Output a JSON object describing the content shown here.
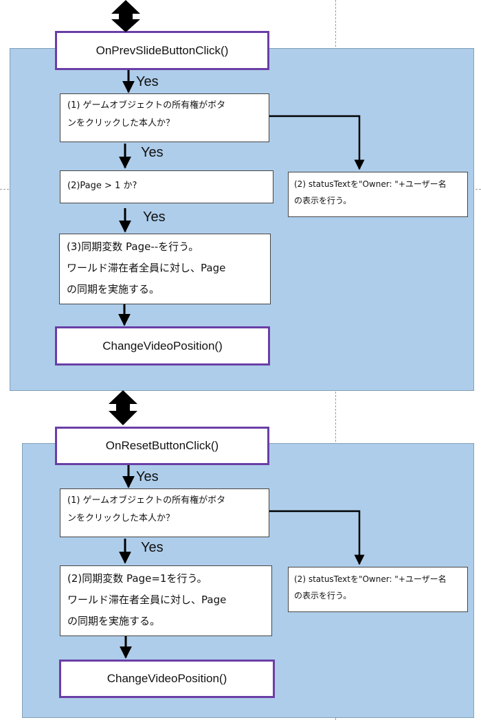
{
  "section1": {
    "func_top": "OnPrevSlideButtonClick()",
    "yes_1": "Yes",
    "cond1_lines": [
      "(1) ゲームオブジェクトの所有権がボタ",
      "ンをクリックした本人か？"
    ],
    "yes_2": "Yes",
    "cond2": "(2)Page > 1 か?",
    "yes_3": "Yes",
    "action_lines": [
      "(3)同期変数 Page--を行う。",
      "ワールド滞在者全員に対し、Page",
      "の同期を実施する。"
    ],
    "func_bottom": "ChangeVideoPosition()",
    "side_note_lines": [
      "(2) statusTextを\"Owner: \"+ユーザー名",
      "の表示を行う。"
    ]
  },
  "section2": {
    "func_top": "OnResetButtonClick()",
    "yes_1": "Yes",
    "cond1_lines": [
      "(1) ゲームオブジェクトの所有権がボタ",
      "ンをクリックした本人か？"
    ],
    "yes_2": "Yes",
    "action_lines": [
      "(2)同期変数 Page=1を行う。",
      "ワールド滞在者全員に対し、Page",
      "の同期を実施する。"
    ],
    "func_bottom": "ChangeVideoPosition()",
    "side_note_lines": [
      "(2) statusTextを\"Owner: \"+ユーザー名",
      "の表示を行う。"
    ]
  },
  "colors": {
    "panel": "#aecdea",
    "func_border": "#6a3ea6",
    "arrow": "#000000"
  }
}
